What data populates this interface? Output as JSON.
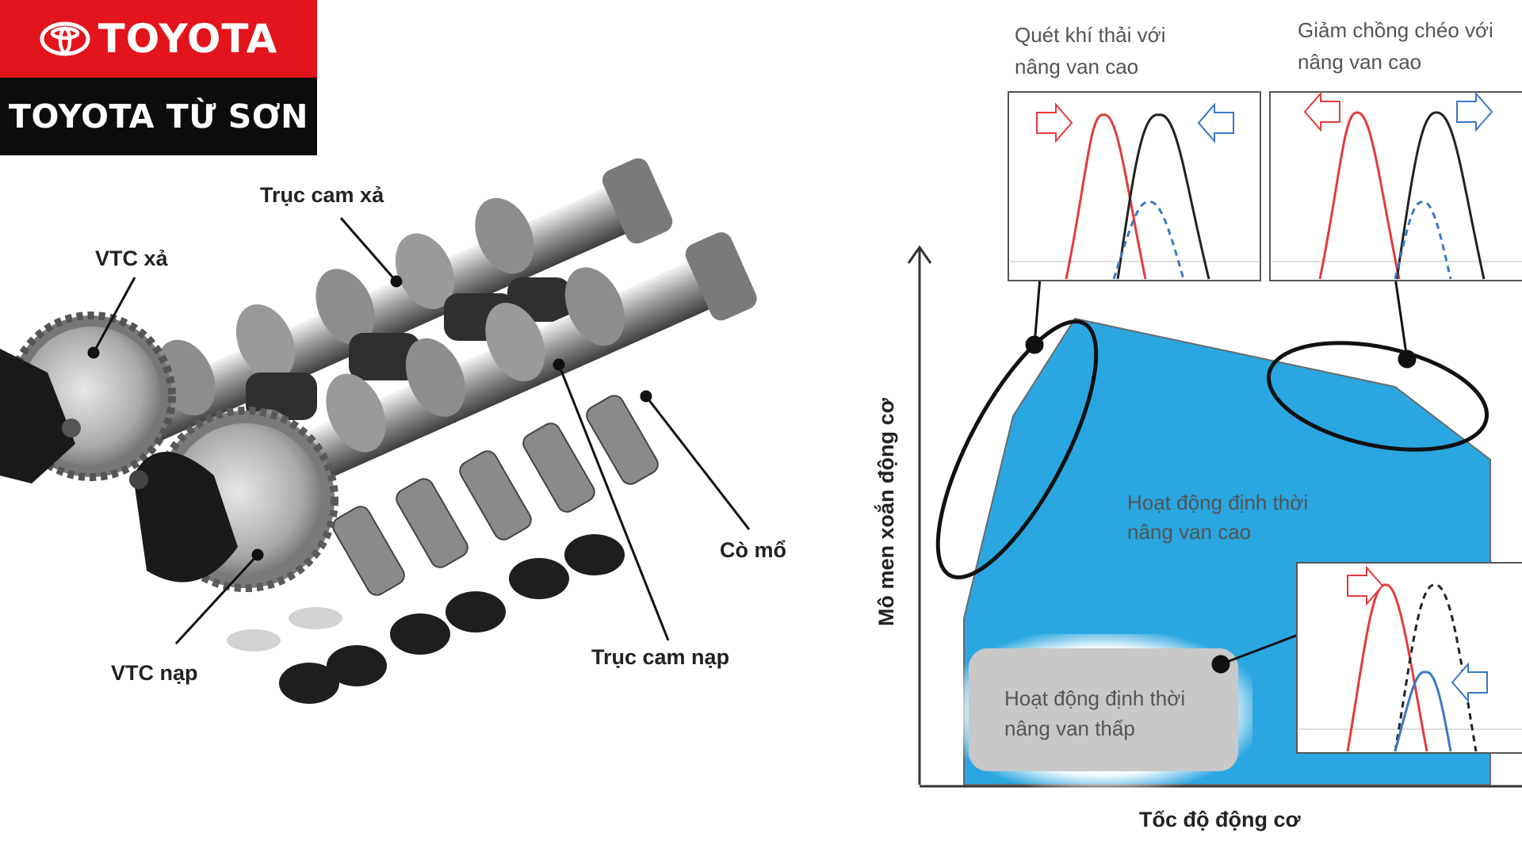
{
  "brand": {
    "name": "TOYOTA",
    "dealer": "TOYOTA TỪ SƠN",
    "colors": {
      "red": "#e3141b",
      "black": "#0d0d0d"
    }
  },
  "camshaft_diagram": {
    "labels": {
      "exhaust_cam": "Trục cam xả",
      "vtc_exhaust": "VTC xả",
      "rocker_arm": "Cò mổ",
      "intake_cam": "Trục cam nạp",
      "vtc_intake": "VTC nạp"
    }
  },
  "torque_diagram": {
    "y_axis_label": "Mô men xoắn động cơ",
    "x_axis_label": "Tốc độ động cơ",
    "high_lift_region": [
      "Hoạt động định thời",
      "nâng van cao"
    ],
    "low_lift_region": [
      "Hoạt động định thời",
      "nâng van thấp"
    ],
    "inset_scavenging": [
      "Quét khí thải với",
      "nâng van cao"
    ],
    "inset_overlap": [
      "Giảm chồng chéo với",
      "nâng van cao"
    ],
    "colors": {
      "high_lift_fill": "#2aa6e0",
      "low_lift_fill": "#c8c8c8",
      "exhaust_curve": "#e23b3b",
      "intake_curve": "#222222",
      "low_lift_curve": "#3a78c8"
    }
  }
}
